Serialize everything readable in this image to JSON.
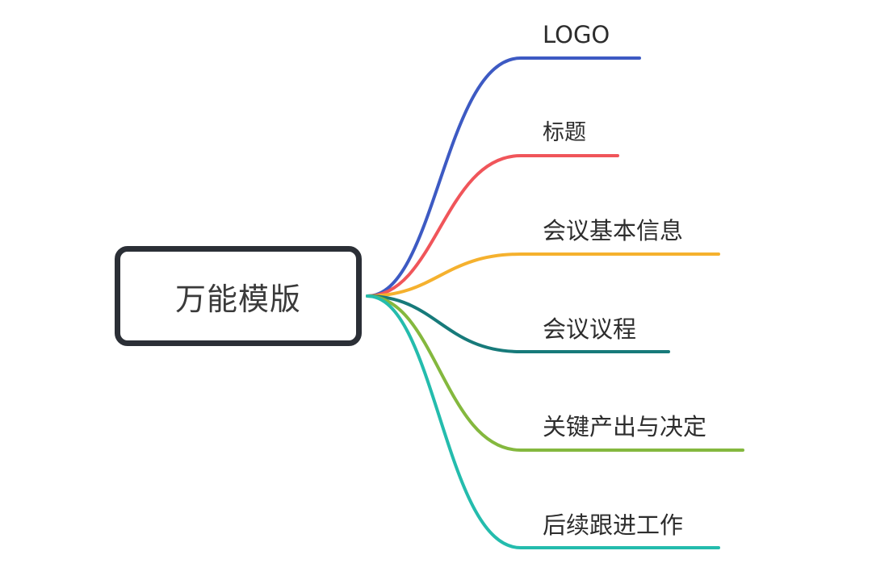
{
  "root": {
    "label": "万能模版"
  },
  "branches": [
    {
      "label": "LOGO",
      "color": "#3d5ac3"
    },
    {
      "label": "标题",
      "color": "#f0555a"
    },
    {
      "label": "会议基本信息",
      "color": "#f5b12e"
    },
    {
      "label": "会议议程",
      "color": "#177a7a"
    },
    {
      "label": "关键产出与决定",
      "color": "#84b83e"
    },
    {
      "label": "后续跟进工作",
      "color": "#24bcad"
    }
  ]
}
